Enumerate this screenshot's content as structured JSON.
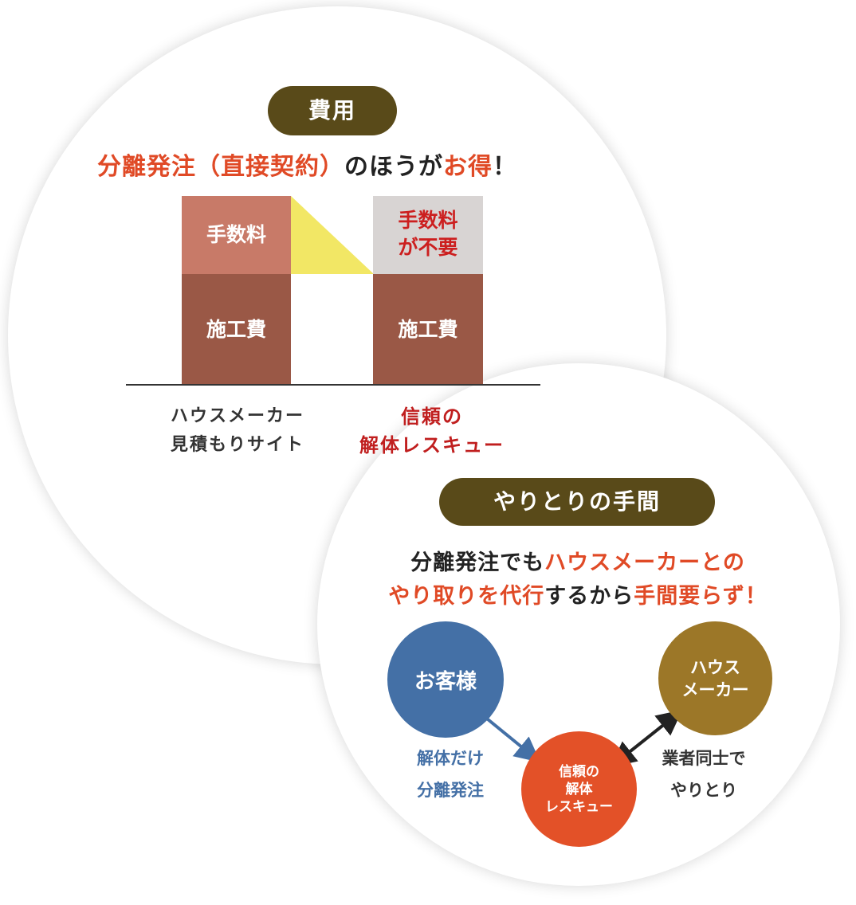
{
  "cost_section": {
    "pill_label": "費用",
    "headline": {
      "part1": "分離発注（直接契約）",
      "part2": "のほうが",
      "part3": "お得",
      "part4": "！"
    },
    "left_bar": {
      "fee_label": "手数料",
      "construction_label": "施工費",
      "caption_line1": "ハウスメーカー",
      "caption_line2": "見積もりサイト"
    },
    "right_bar": {
      "fee_line1": "手数料",
      "fee_line2": "が不要",
      "construction_label": "施工費",
      "caption_line1": "信頼の",
      "caption_line2": "解体レスキュー"
    }
  },
  "hassle_section": {
    "pill_label": "やりとりの手間",
    "headline": {
      "l1_part1": "分離発注でも",
      "l1_part2": "ハウスメーカーとの",
      "l2_part1": "やり取りを代行",
      "l2_part2": "するから",
      "l2_part3": "手間要らず！"
    },
    "nodes": {
      "customer": "お客様",
      "maker_line1": "ハウス",
      "maker_line2": "メーカー",
      "rescue_line1": "信頼の",
      "rescue_line2": "解体",
      "rescue_line3": "レスキュー"
    },
    "customer_side_label": {
      "line1": "解体だけ",
      "line2": "分離発注"
    },
    "maker_side_label": {
      "line1": "業者同士で",
      "line2": "やりとり"
    }
  },
  "colors": {
    "pill": "#594a19",
    "accent_red": "#e04a26",
    "fee_bar": "#c87a68",
    "construction_bar": "#9a5846",
    "fee_free_bar": "#d8d4d3",
    "savings_triangle": "#f2e765",
    "customer_node": "#4470a6",
    "maker_node": "#9c7728",
    "rescue_node": "#e35128"
  }
}
